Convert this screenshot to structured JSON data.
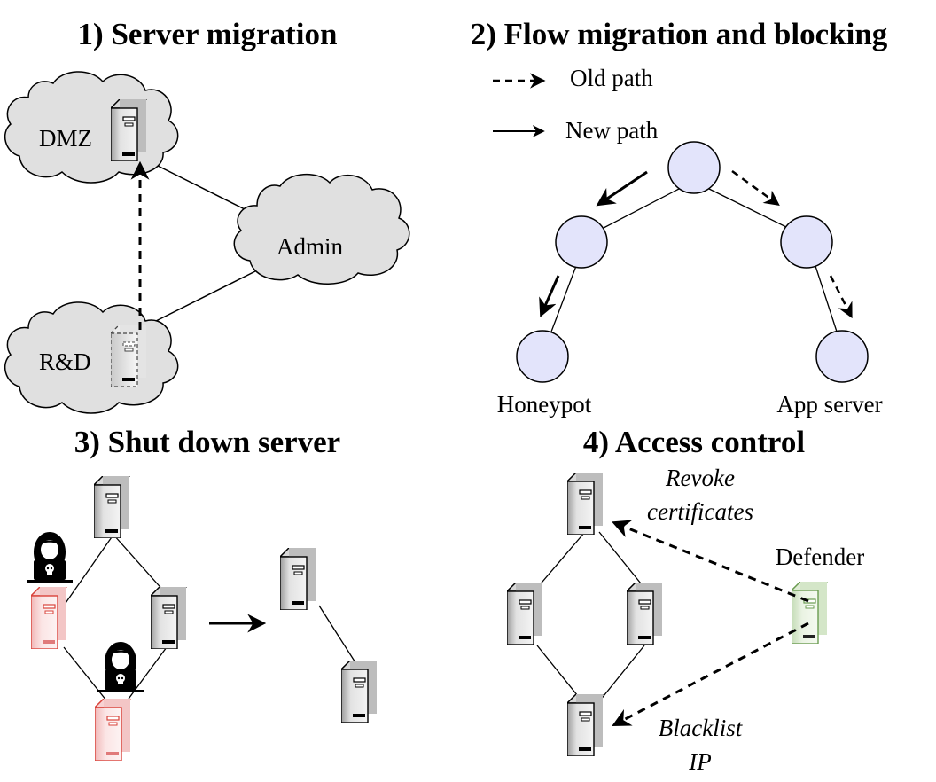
{
  "panels": {
    "p1": {
      "title": "1) Server migration",
      "labels": {
        "dmz": "DMZ",
        "admin": "Admin",
        "rnd": "R&D"
      }
    },
    "p2": {
      "title": "2) Flow migration and blocking",
      "legend": {
        "old": "Old path",
        "new": "New path"
      },
      "labels": {
        "honeypot": "Honeypot",
        "app": "App server"
      }
    },
    "p3": {
      "title": "3) Shut down server"
    },
    "p4": {
      "title": "4) Access control",
      "labels": {
        "revoke1": "Revoke",
        "revoke2": "certificates",
        "defender": "Defender",
        "black1": "Blacklist",
        "black2": "IP"
      }
    }
  },
  "colors": {
    "node_fill": "#e3e4fb",
    "compromised": "#d9433b",
    "defender": "#6b9c52",
    "line": "#000000"
  },
  "icons": [
    "server-icon",
    "cloud-icon",
    "hacker-icon",
    "skull-icon"
  ]
}
